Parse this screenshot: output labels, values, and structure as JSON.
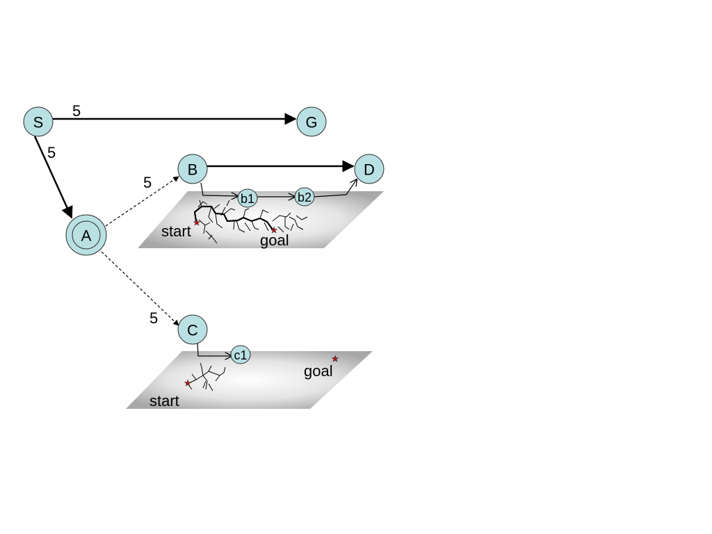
{
  "nodes": {
    "S": "S",
    "G": "G",
    "A": "A",
    "B": "B",
    "D": "D",
    "C": "C",
    "b1": "b1",
    "b2": "b2",
    "c1": "c1"
  },
  "edge_weights": {
    "S_G": "5",
    "S_A": "5",
    "A_B": "5",
    "A_C": "5"
  },
  "plane_B": {
    "start_label": "start",
    "goal_label": "goal"
  },
  "plane_C": {
    "start_label": "start",
    "goal_label": "goal"
  },
  "colors": {
    "node_fill": "#b9e0e3",
    "marker_star": "#b01818"
  }
}
